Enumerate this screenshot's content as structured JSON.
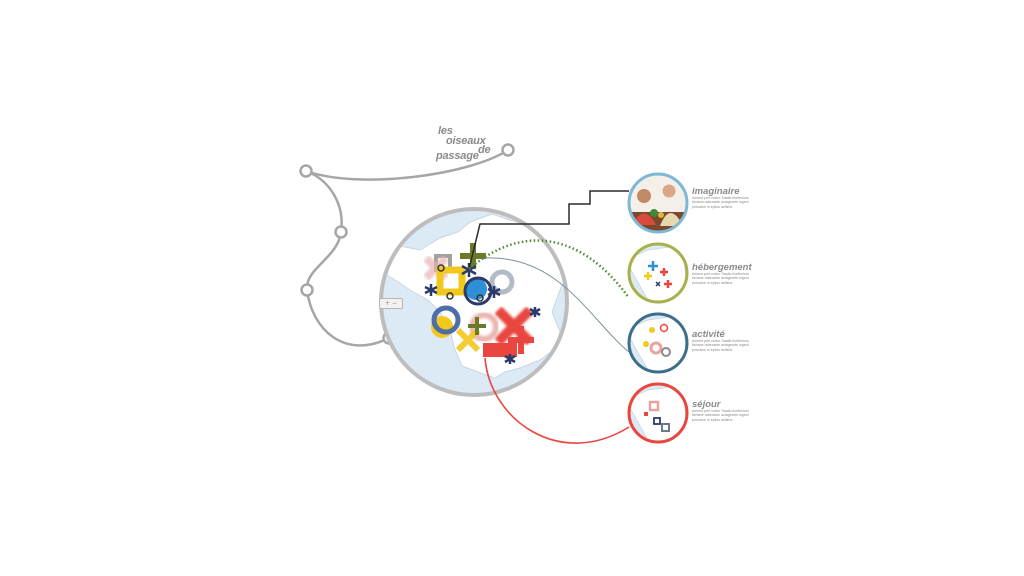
{
  "title": {
    "words": [
      "les",
      "oiseaux",
      "de",
      "passage"
    ]
  },
  "map": {
    "zoom_label": "+ −"
  },
  "panels": [
    {
      "id": "imaginaire",
      "title": "imaginaire",
      "body": "Advent pert nultur Saatlo lisefenlum tishane raberaete actagearte logeol preoaine in eyllos aellshe.",
      "ring_color": "#7fb8d6",
      "icon": "family-photo-icon"
    },
    {
      "id": "hebergement",
      "title": "hébergement",
      "body": "Advent pert nultur Saatlo lisefenlum tishane raberaete actagearte logeol preoaine in eyllos aellshe.",
      "ring_color": "#a8b04a",
      "icon": "map-crosses-icon"
    },
    {
      "id": "activite",
      "title": "activité",
      "body": "Advent pert nultur Saatlo lisefenlum tishane raberaete actagearte logeol preoaine in eyllos aellshe.",
      "ring_color": "#3d6f8c",
      "icon": "map-rings-icon"
    },
    {
      "id": "sejour",
      "title": "séjour",
      "body": "Advent pert nultur Saatlo lisefenlum tishane raberaete actagearte logeol preoaine in eyllos aellshe.",
      "ring_color": "#e8463f",
      "icon": "map-squares-icon"
    }
  ],
  "colors": {
    "path_gray": "#a6a6a6",
    "map_ring": "#bdbdbd",
    "sea": "#dceaf6",
    "land": "#ffffff",
    "yellow": "#f2c81c",
    "red": "#e8463f",
    "navy": "#2c3a6b",
    "blue": "#2d8fd5",
    "olive": "#6b7a2a",
    "green_dot": "#4e8b30"
  }
}
